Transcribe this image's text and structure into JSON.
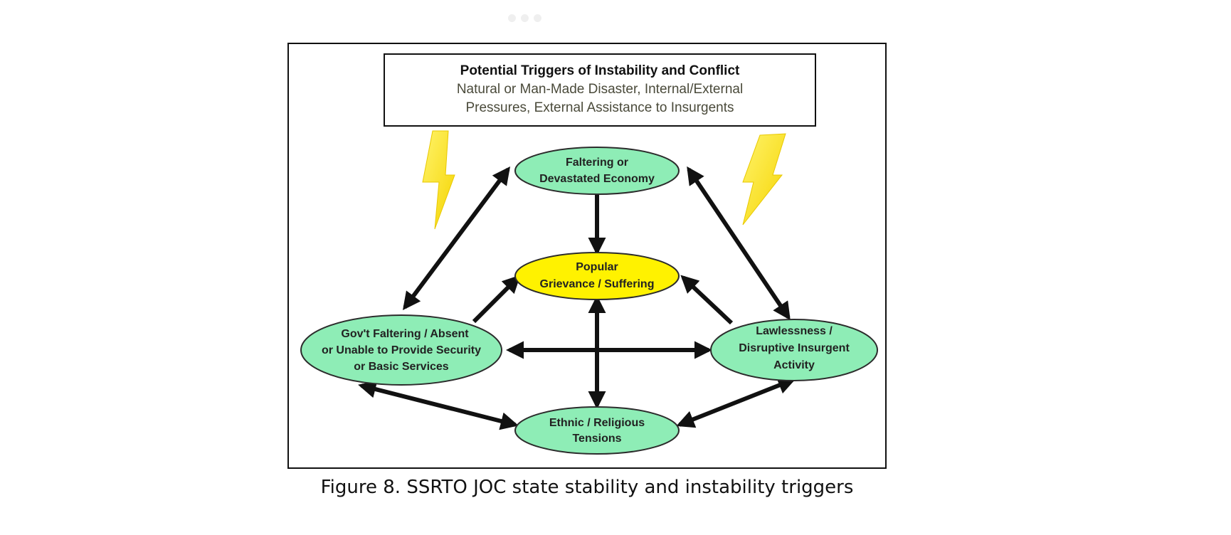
{
  "triggers_box": {
    "title": "Potential Triggers of Instability and Conflict",
    "line1": "Natural or Man-Made Disaster, Internal/External",
    "line2": "Pressures, External Assistance to Insurgents"
  },
  "nodes": {
    "economy": {
      "line1": "Faltering or",
      "line2": "Devastated Economy"
    },
    "grievance": {
      "line1": "Popular",
      "line2": "Grievance / Suffering"
    },
    "govt": {
      "line1": "Gov't Faltering / Absent",
      "line2": "or Unable to Provide Security",
      "line3": "or Basic Services"
    },
    "lawlessness": {
      "line1": "Lawlessness /",
      "line2": "Disruptive Insurgent",
      "line3": "Activity"
    },
    "ethnic": {
      "line1": "Ethnic / Religious",
      "line2": "Tensions"
    }
  },
  "caption": "Figure 8. SSRTO JOC state stability and instability triggers",
  "colors": {
    "node_green": "#8EEDB6",
    "node_yellow": "#FFF200",
    "lightning": "#FFE617",
    "arrow": "#111111"
  }
}
